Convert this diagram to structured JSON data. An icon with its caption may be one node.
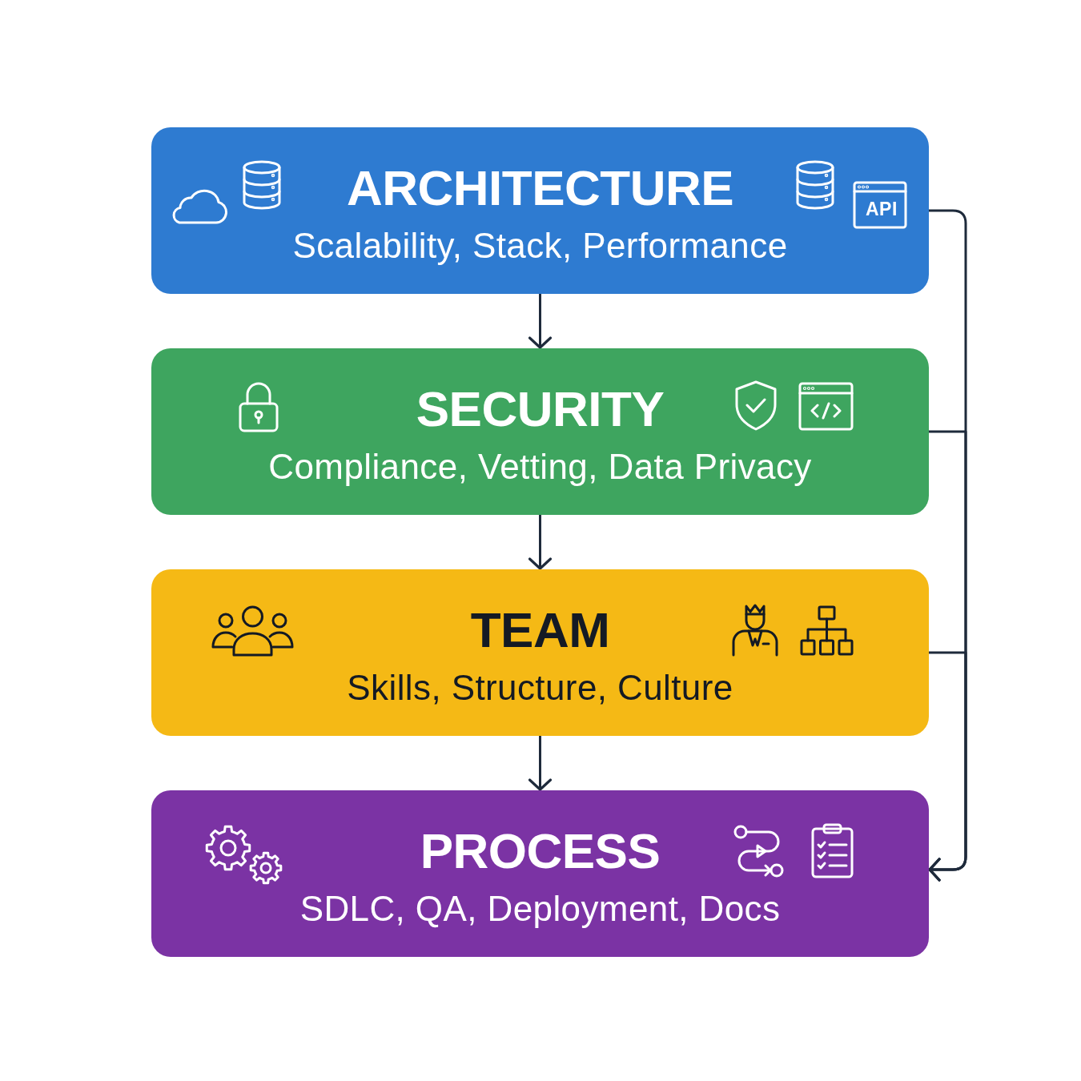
{
  "diagram": {
    "nodes": [
      {
        "text": [
          "ARCHITECTURE",
          "Scalability, Stack, Performance"
        ]
      },
      {
        "text": [
          "SECURITY",
          "Compliance, Vetting, Data Privacy"
        ]
      },
      {
        "text": [
          "TEAM",
          "Skills, Structure, Culture"
        ]
      },
      {
        "text": [
          "PROCESS",
          "SDLC, QA, Deployment, Docs"
        ]
      }
    ],
    "edges": [
      {
        "from": 0,
        "to": 1,
        "arrow": "to"
      },
      {
        "from": 1,
        "to": 2,
        "arrow": "to"
      },
      {
        "from": 2,
        "to": 3,
        "arrow": "to"
      },
      {
        "from": 0,
        "to": 3,
        "arrow": "to"
      },
      {
        "from": 1,
        "to": 3,
        "arrow": "to"
      },
      {
        "from": 2,
        "to": 3,
        "arrow": "to"
      }
    ],
    "labels": [
      "API"
    ]
  }
}
